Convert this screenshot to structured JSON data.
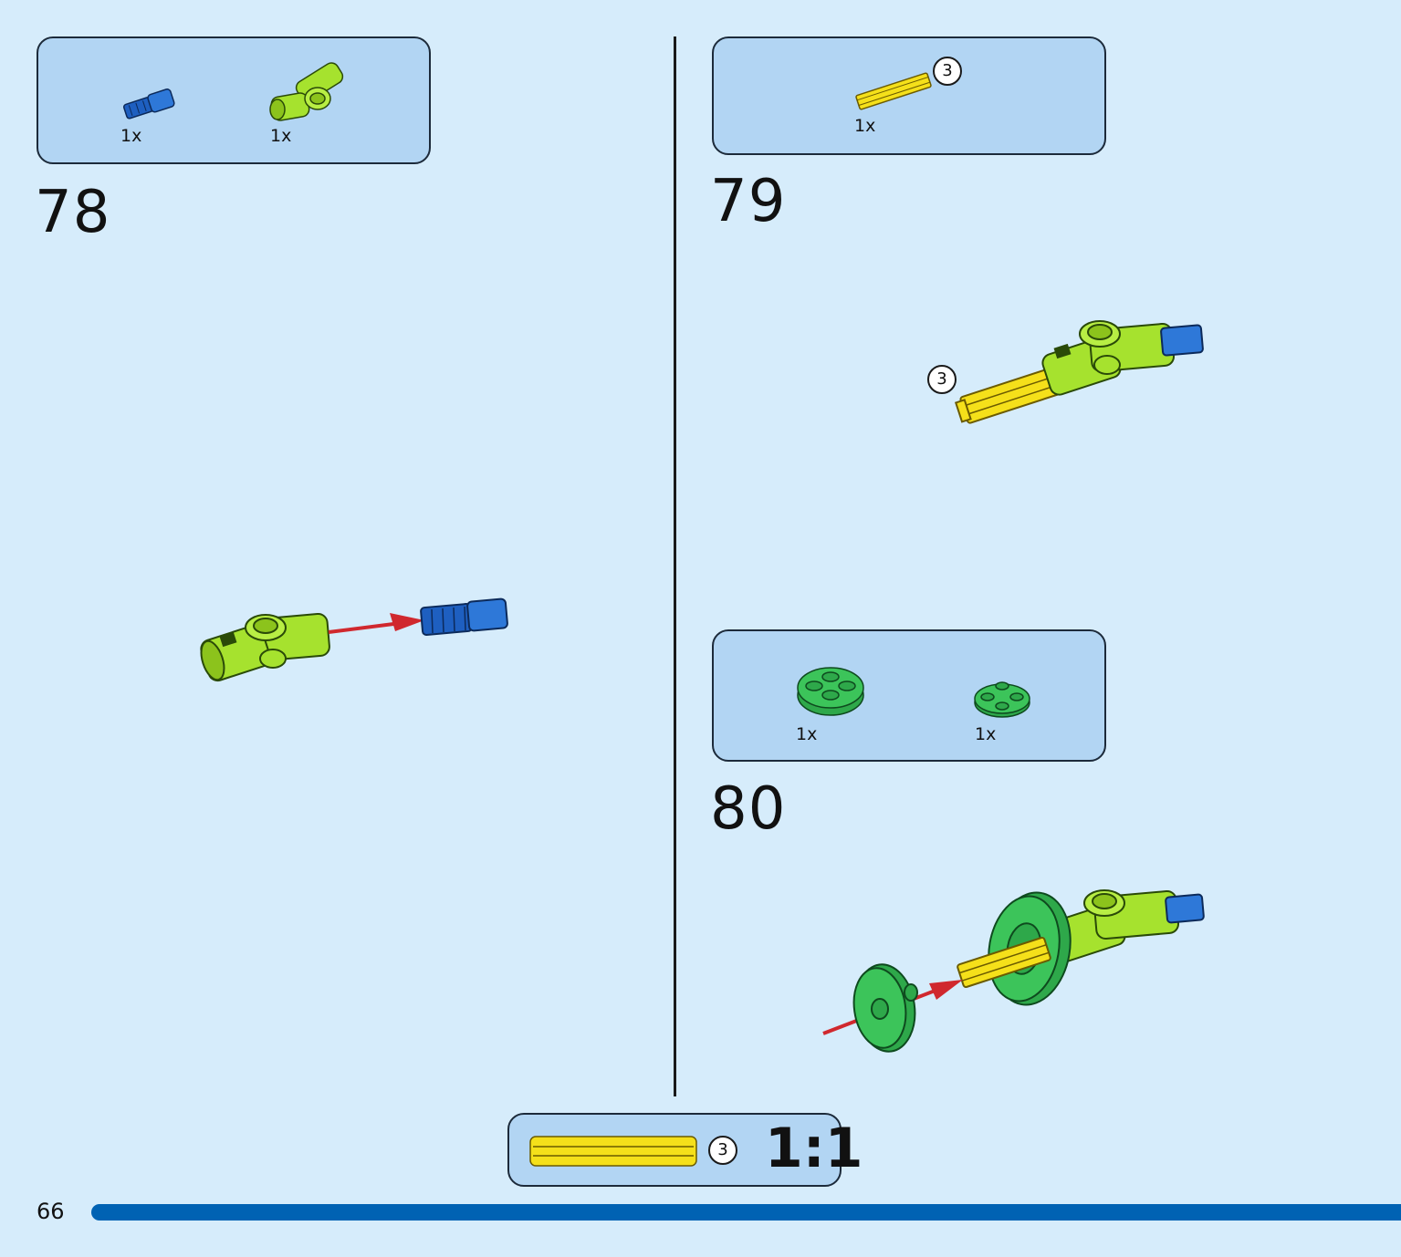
{
  "page": {
    "number": "66",
    "accent_color": "#0062b3",
    "background_color": "#d6ecfb"
  },
  "steps": [
    {
      "number": "78",
      "parts": [
        {
          "icon": "blue-axle-pin-icon",
          "qty": "1x"
        },
        {
          "icon": "lime-angle-connector-icon",
          "qty": "1x"
        }
      ]
    },
    {
      "number": "79",
      "parts": [
        {
          "icon": "yellow-axle-3-icon",
          "qty": "1x",
          "callout": "3"
        }
      ],
      "assembly_callout": "3"
    },
    {
      "number": "80",
      "parts": [
        {
          "icon": "green-round-brick-icon",
          "qty": "1x"
        },
        {
          "icon": "green-round-plate-icon",
          "qty": "1x"
        }
      ]
    }
  ],
  "ruler": {
    "callout": "3",
    "scale": "1:1"
  },
  "colors": {
    "lime": "#a6e22e",
    "blue": "#1e5fc0",
    "yellow": "#f5e01a",
    "green": "#3cc45a",
    "arrow": "#d0282e"
  }
}
